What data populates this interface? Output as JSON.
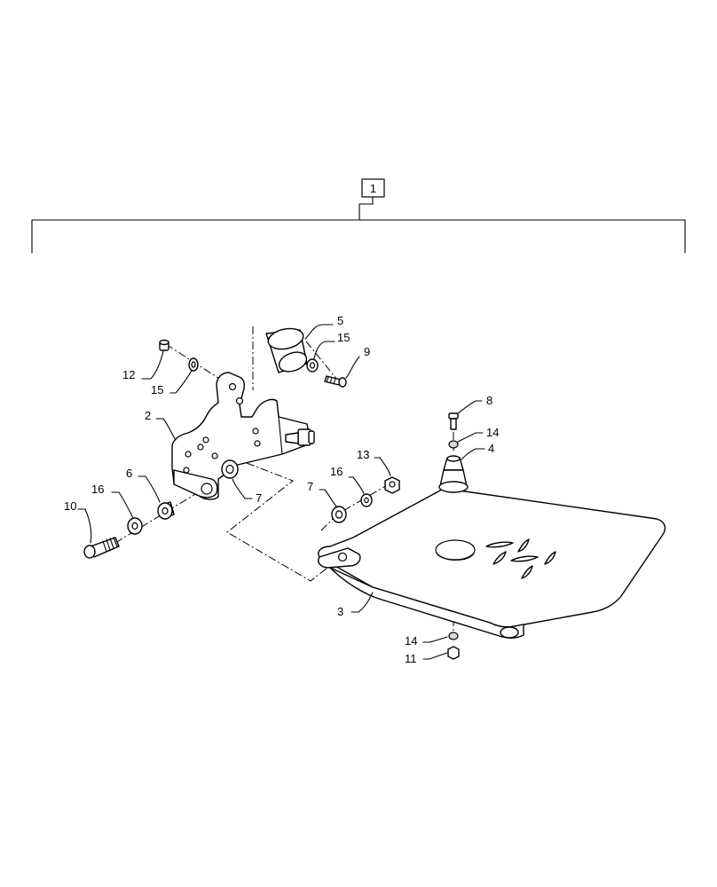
{
  "assembly": {
    "label": "1"
  },
  "callouts": {
    "c2": "2",
    "c3": "3",
    "c4": "4",
    "c5": "5",
    "c6": "6",
    "c7a": "7",
    "c7b": "7",
    "c8": "8",
    "c9": "9",
    "c10": "10",
    "c11": "11",
    "c12": "12",
    "c13": "13",
    "c14a": "14",
    "c14b": "14",
    "c15a": "15",
    "c15b": "15",
    "c16a": "16",
    "c16b": "16"
  },
  "colors": {
    "line": "#000000",
    "background": "#ffffff",
    "shading": "#d9d9d9"
  }
}
